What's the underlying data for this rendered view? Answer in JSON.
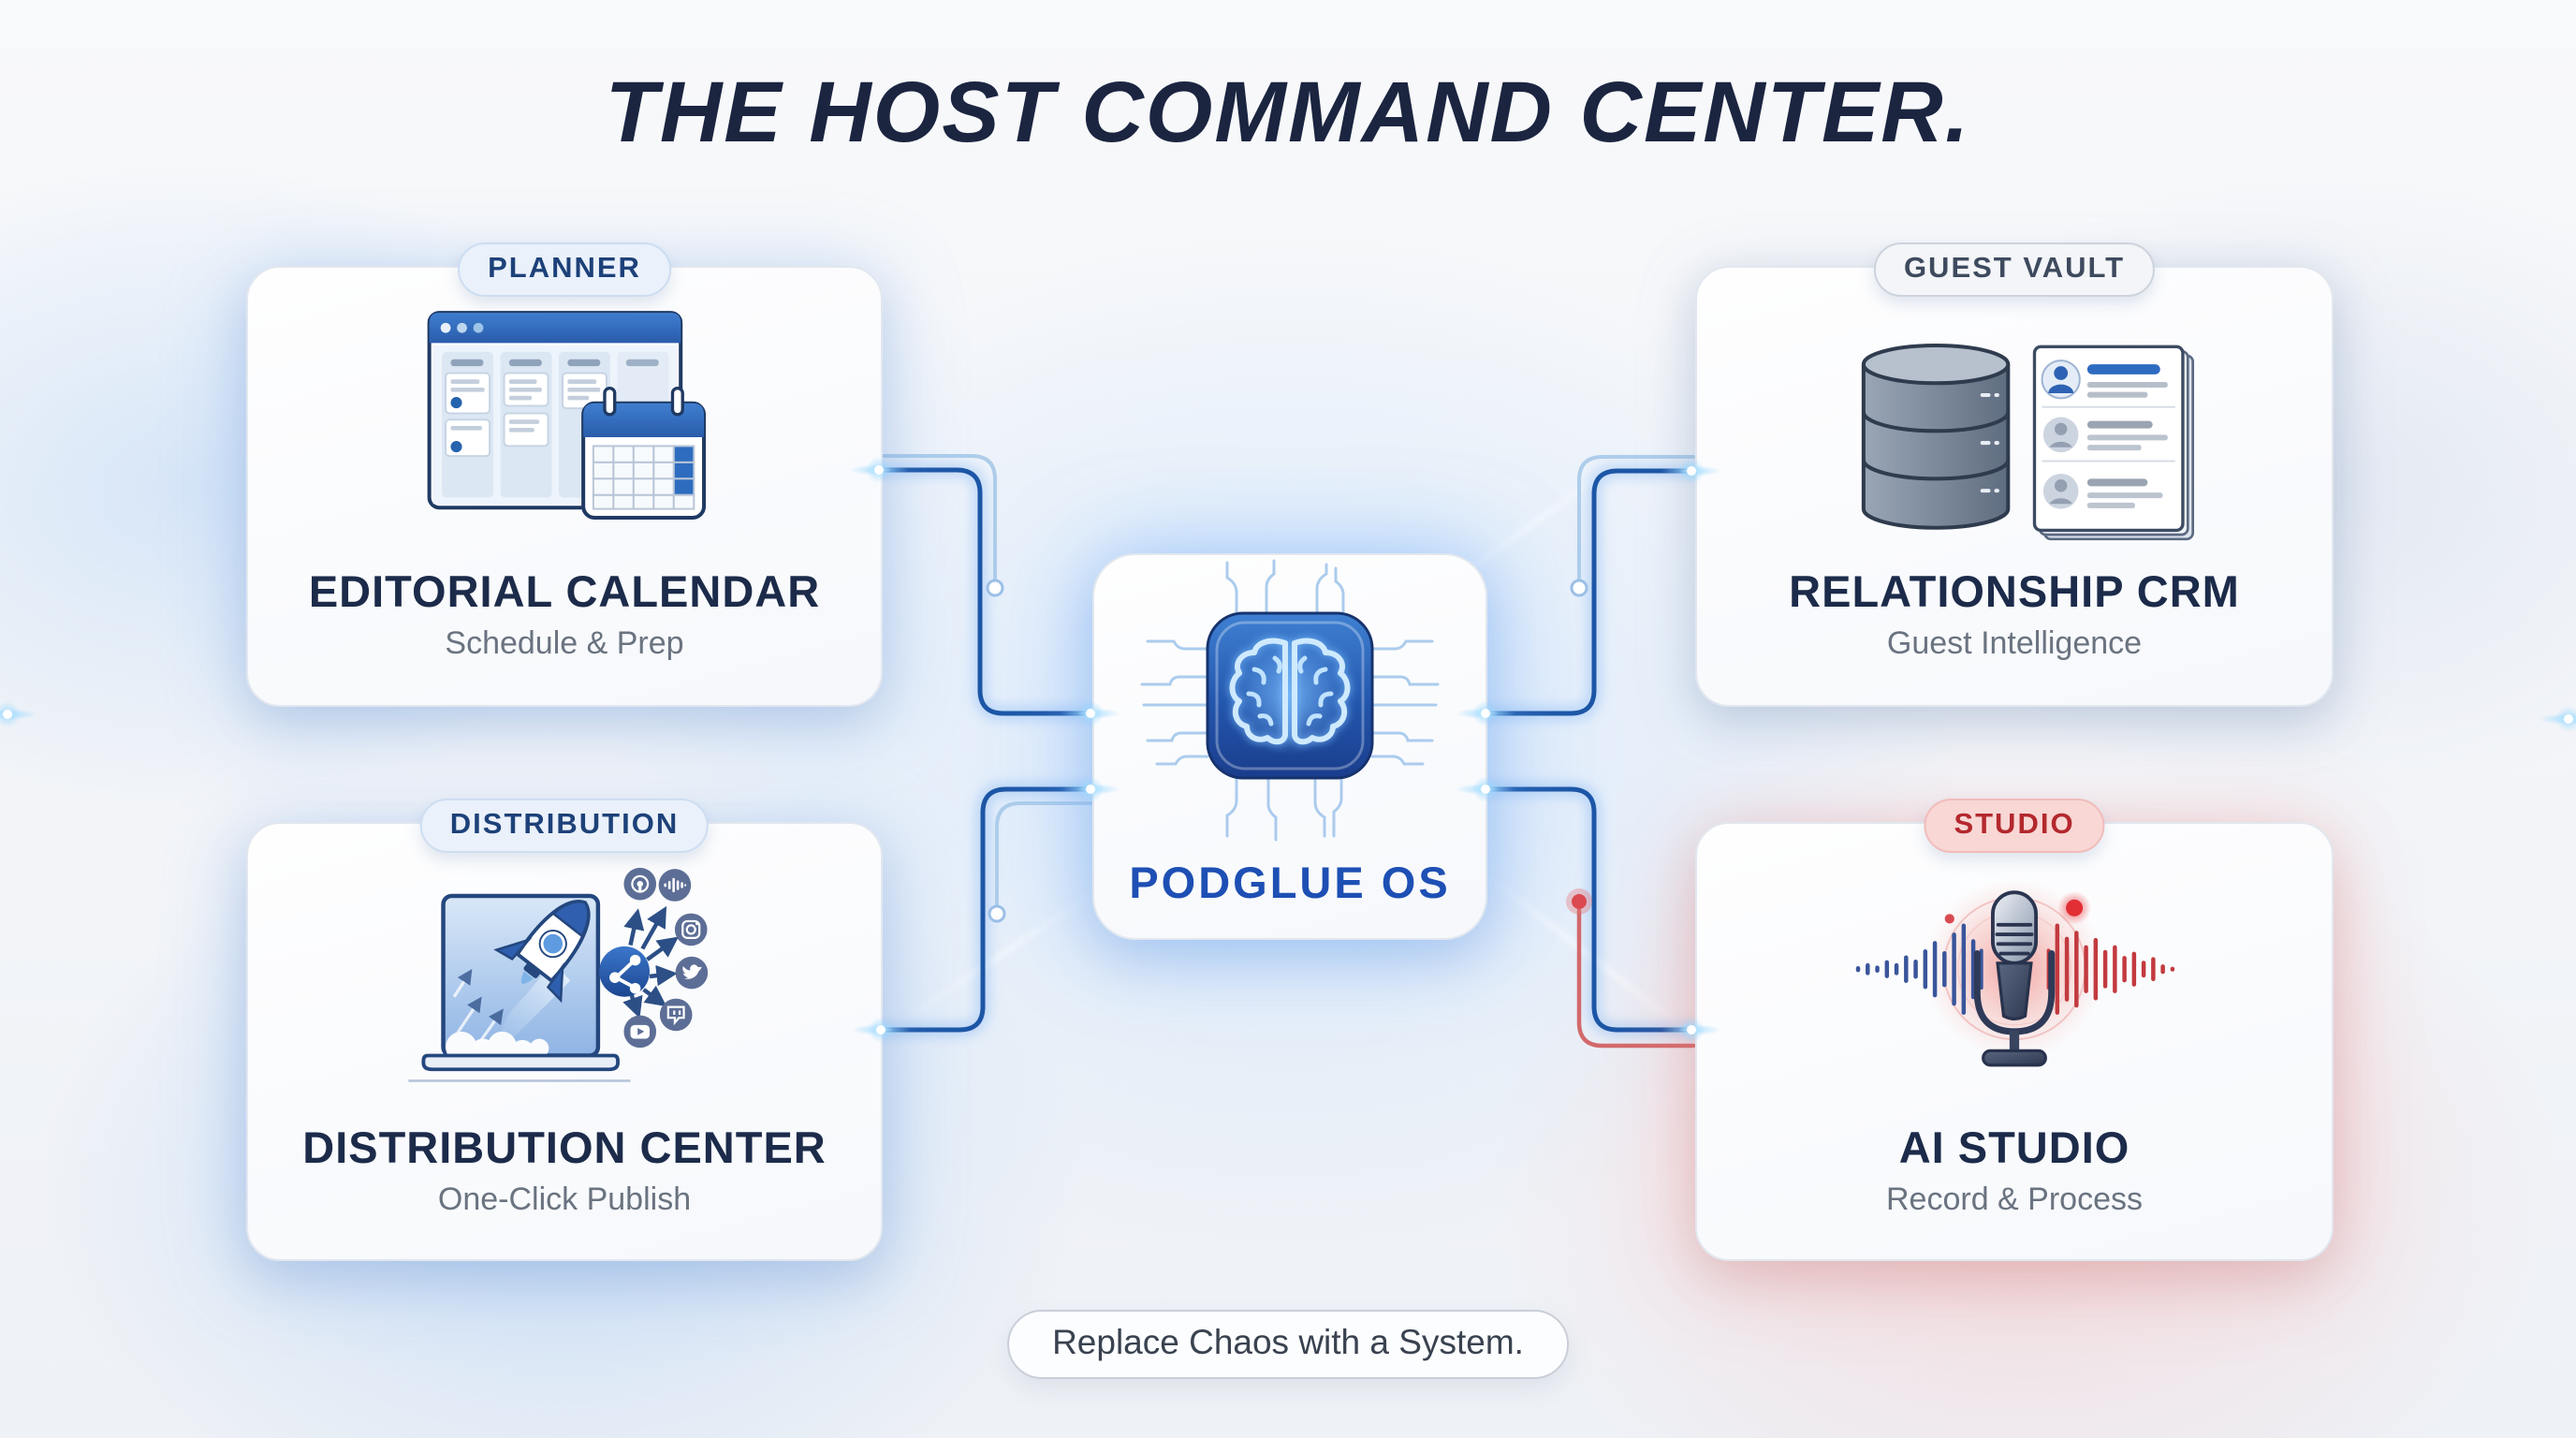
{
  "title": "THE HOST COMMAND CENTER.",
  "cards": [
    {
      "id": "editorial-calendar",
      "badge": "PLANNER",
      "title": "EDITORIAL CALENDAR",
      "subtitle": "Schedule & Prep",
      "icon": "kanban-calendar-icon",
      "accent": "blue"
    },
    {
      "id": "relationship-crm",
      "badge": "GUEST VAULT",
      "title": "RELATIONSHIP CRM",
      "subtitle": "Guest Intelligence",
      "icon": "database-contacts-icon",
      "accent": "gray"
    },
    {
      "id": "distribution-center",
      "badge": "DISTRIBUTION",
      "title": "DISTRIBUTION CENTER",
      "subtitle": "One-Click Publish",
      "icon": "laptop-rocket-share-icon",
      "accent": "blue"
    },
    {
      "id": "ai-studio",
      "badge": "STUDIO",
      "title": "AI STUDIO",
      "subtitle": "Record & Process",
      "icon": "microphone-waveform-icon",
      "accent": "red"
    }
  ],
  "center": {
    "label": "PODGLUE OS",
    "icon": "brain-chip-icon"
  },
  "footer": {
    "label": "Replace Chaos with a System."
  },
  "colors": {
    "title_navy": "#1b2540",
    "card_title": "#1c2b4a",
    "subtitle_gray": "#6a7380",
    "accent_blue": "#1d4fb4",
    "badge_blue_text": "#1d4179",
    "badge_gray_text": "#3e4a5e",
    "badge_red_text": "#b3282d",
    "wire_blue": "#1d56a6",
    "wire_light": "#aecdea",
    "wire_red": "#cc5a5e",
    "studio_red": "#e12f35"
  }
}
